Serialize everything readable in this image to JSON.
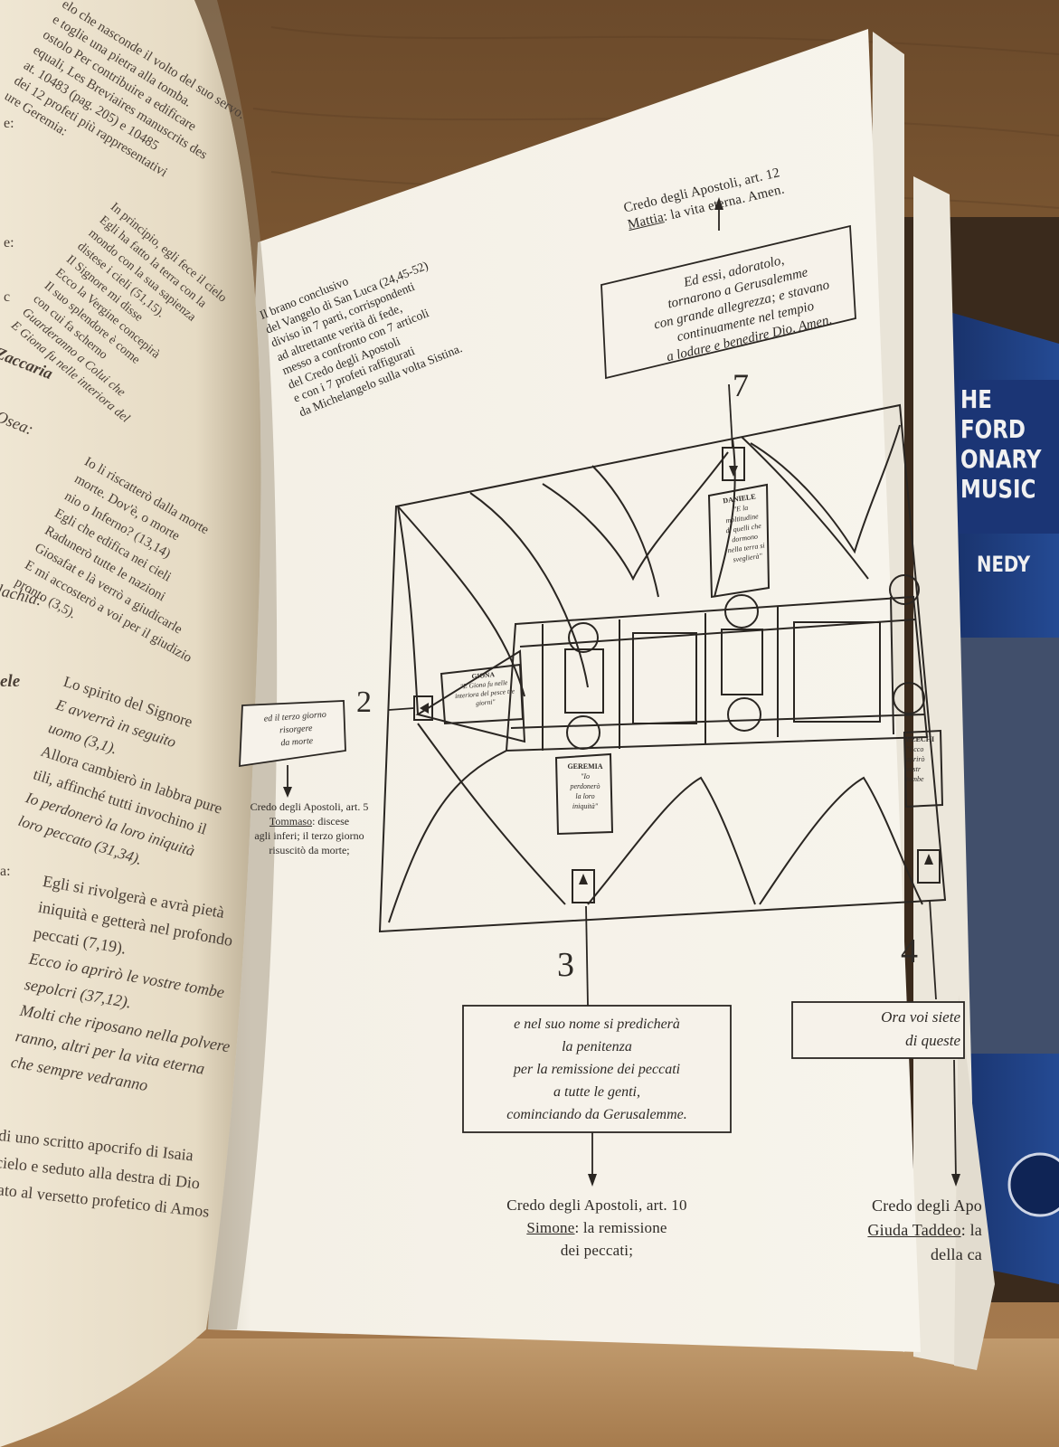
{
  "photo": {
    "subject": "open book on a wooden shelf"
  },
  "right_page": {
    "intro_lines": [
      "Il brano conclusivo",
      "del Vangelo di San Luca (24,45-52)",
      "diviso in 7 parti, corrispondenti",
      "ad altrettante verità di fede,",
      "messo a confronto con 7 articoli",
      "del Credo degli Apostoli",
      "e con i 7 profeti raffigurati",
      "da Michelangelo sulla volta Sistina."
    ],
    "top_caption": {
      "line1": "Credo degli Apostoli, art. 12",
      "name": "Mattia",
      "rest": ": la vita eterna. Amen."
    },
    "box_7_lines": [
      "Ed essi, adoratolo,",
      "tornarono a Gerusalemme",
      "con grande allegrezza; e stavano",
      "continuamente nel tempio",
      "a lodare e benedire Dio. Amen."
    ],
    "number_7": "7",
    "number_2": "2",
    "number_3": "3",
    "number_4": "4",
    "box_2_lines": [
      "ed il terzo giorno",
      "risorgere",
      "da morte"
    ],
    "caption_2": {
      "line1": "Credo degli Apostoli, art. 5",
      "name": "Tommaso",
      "rest": ": discese",
      "line3": "agli inferi; il terzo giorno",
      "line4": "risuscitò da morte;"
    },
    "box_3_lines": [
      "e nel suo nome si predicherà",
      "la penitenza",
      "per la remissione dei peccati",
      "a tutte le genti,",
      "cominciando da Gerusalemme."
    ],
    "caption_3": {
      "line1": "Credo degli Apostoli, art. 10",
      "name": "Simone",
      "rest": ": la remissione",
      "line3": "dei peccati;"
    },
    "box_4_lines": [
      "Ora voi siete",
      "di queste"
    ],
    "caption_4": {
      "line1": "Credo degli Apo",
      "name": "Giuda Taddeo",
      "rest": ": la",
      "line3": "della ca"
    },
    "ceiling_labels": {
      "daniele_title": "DANIELE",
      "daniele_lines": [
        "\"E la",
        "moltitudine",
        "di quelli che",
        "dormono",
        "nella terra si",
        "sveglierà\""
      ],
      "giona_title": "GIONA",
      "giona_lines": [
        "\"E Giona fu nelle",
        "interiora del pesce tre",
        "giorni\""
      ],
      "geremia_title": "GEREMIA",
      "geremia_lines": [
        "\"Io",
        "perdonerò",
        "la loro",
        "iniquità\""
      ],
      "ezechiele_title": "EZECHI",
      "ezechiele_lines": [
        "\"Ecco",
        "aprirò",
        "vostr",
        "tombe"
      ]
    }
  },
  "left_page": {
    "lines": [
      "elo che nasconde il volto del suo servo.",
      "e toglie una pietra alla tomba.",
      "ostolo Per contribuire a edificare",
      "equali, Les Breviaires manuscrits des",
      "at. 10483 (pag. 205) e 10485",
      "dei 12 profeti più rappresentativi",
      "ure Geremia:",
      "In principio, egli fece il cielo",
      "Egli ha fatto la terra con la",
      "mondo con la sua sapienza",
      "distese i cieli (51,15).",
      "Il Signore mi disse",
      "Ecco la Vergine concepirà",
      "Il suo splendore è come",
      "con cui fa scherno",
      "Guarderanno a Colui che",
      "E Giona fu nelle interiora del",
      "Io li riscatterò dalla morte",
      "morte. Dov'è, o morte",
      "nio o Inferno? (13,14)",
      "Egli che edifica nei cieli",
      "Radunerò tutte le nazioni",
      "Giosafat e là verrò a giudicarle",
      "E mi accosterò a voi per il giudizio",
      "pronto (3,5).",
      "Lo spirito del Signore",
      "E avverrà in seguito",
      "uomo (3,1).",
      "Allora cambierò in labbra pure",
      "tili, affinché tutti invochino il",
      "Io perdonerò la loro iniquità",
      "loro peccato (31,34).",
      "Egli si rivolgerà e avrà pietà",
      "iniquità e getterà nel profondo",
      "peccati (7,19).",
      "Ecco io aprirò le vostre tombe",
      "sepolcri (37,12).",
      "Molti che riposano nella polvere",
      "ranno, altri per la vita eterna",
      "che sempre vedranno",
      "di uno scritto apocrifo di Isaia",
      "cielo e seduto alla destra di Dio",
      "iato al versetto profetico di Amos"
    ],
    "margin_names": [
      "Zaccaria",
      "Osea:",
      "lachia:",
      "ele"
    ],
    "margin_marks": [
      "e:",
      "e:",
      "c",
      "a:"
    ]
  },
  "spine": {
    "lines": [
      "HE",
      "FORD",
      "ONARY",
      "MUSIC",
      "NEDY"
    ]
  },
  "colors": {
    "shelf": "#a87d52",
    "paper_right": "#f3efe4",
    "paper_left": "#ece2cf",
    "ink": "#2e2a26",
    "spine_blue": "#1d3b7c"
  }
}
